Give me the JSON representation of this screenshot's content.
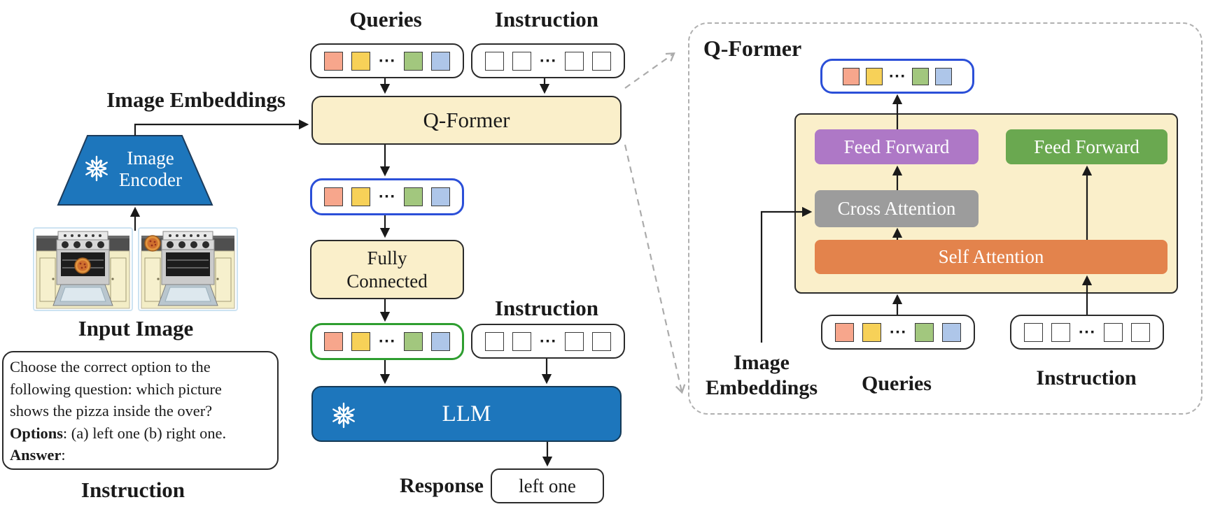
{
  "left_column": {
    "image_embeddings_label": "Image Embeddings",
    "encoder_line1": "Image",
    "encoder_line2": "Encoder",
    "input_image_label": "Input Image",
    "instruction_lines": [
      {
        "bold": "",
        "text": "Choose the correct option to the"
      },
      {
        "bold": "",
        "text": "following question: which picture"
      },
      {
        "bold": "",
        "text": "shows the pizza inside the over?"
      },
      {
        "bold": "Options",
        "text": ": (a) left one (b) right one."
      },
      {
        "bold": "Answer",
        "text": ":"
      }
    ],
    "instruction_label": "Instruction"
  },
  "pipeline": {
    "queries_label": "Queries",
    "instruction_label_top": "Instruction",
    "qformer_label": "Q-Former",
    "fully_connected_line1": "Fully",
    "fully_connected_line2": "Connected",
    "instruction_label_mid": "Instruction",
    "llm_label": "LLM",
    "response_label": "Response",
    "response_value": "left one"
  },
  "qformer_panel": {
    "title": "Q-Former",
    "feed_forward_left_label": "Feed Forward",
    "feed_forward_right_label": "Feed Forward",
    "cross_attention_label": "Cross Attention",
    "self_attention_label": "Self Attention",
    "image_embeddings_line1": "Image",
    "image_embeddings_line2": "Embeddings",
    "queries_label": "Queries",
    "instruction_label": "Instruction"
  },
  "tokens": {
    "ellipsis": "···",
    "colored": [
      "#F7A68C",
      "#F7D158",
      "#A2C77E",
      "#AEC6E9"
    ],
    "white_count": 4
  },
  "colors": {
    "module_fill": "#FAEFCA",
    "frozen_blue": "#1D76BC",
    "query_outline_blue": "#2B4FD8",
    "fc_outline_green": "#2E9E30",
    "feed_forward_purple": "#AE78C6",
    "feed_forward_green": "#6AA850",
    "cross_attention_gray": "#9C9C9C",
    "self_attention_orange": "#E3834C",
    "dashed_gray": "#ABABAB"
  },
  "icons": {
    "frozen_icon": "snowflake-icon"
  }
}
